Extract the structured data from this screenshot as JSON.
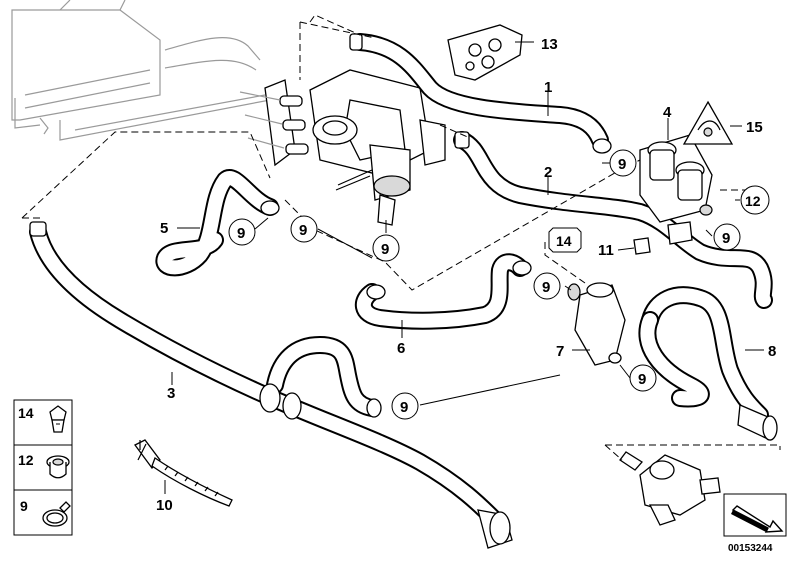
{
  "callouts": {
    "c1": "1",
    "c2": "2",
    "c3": "3",
    "c4": "4",
    "c5": "5",
    "c6": "6",
    "c7": "7",
    "c8": "8",
    "c9": "9",
    "c10": "10",
    "c11": "11",
    "c12": "12",
    "c13": "13",
    "c14": "14",
    "c15": "15"
  },
  "legend": {
    "l14": "14",
    "l12": "12",
    "l9": "9"
  },
  "reference_number": "00153244"
}
